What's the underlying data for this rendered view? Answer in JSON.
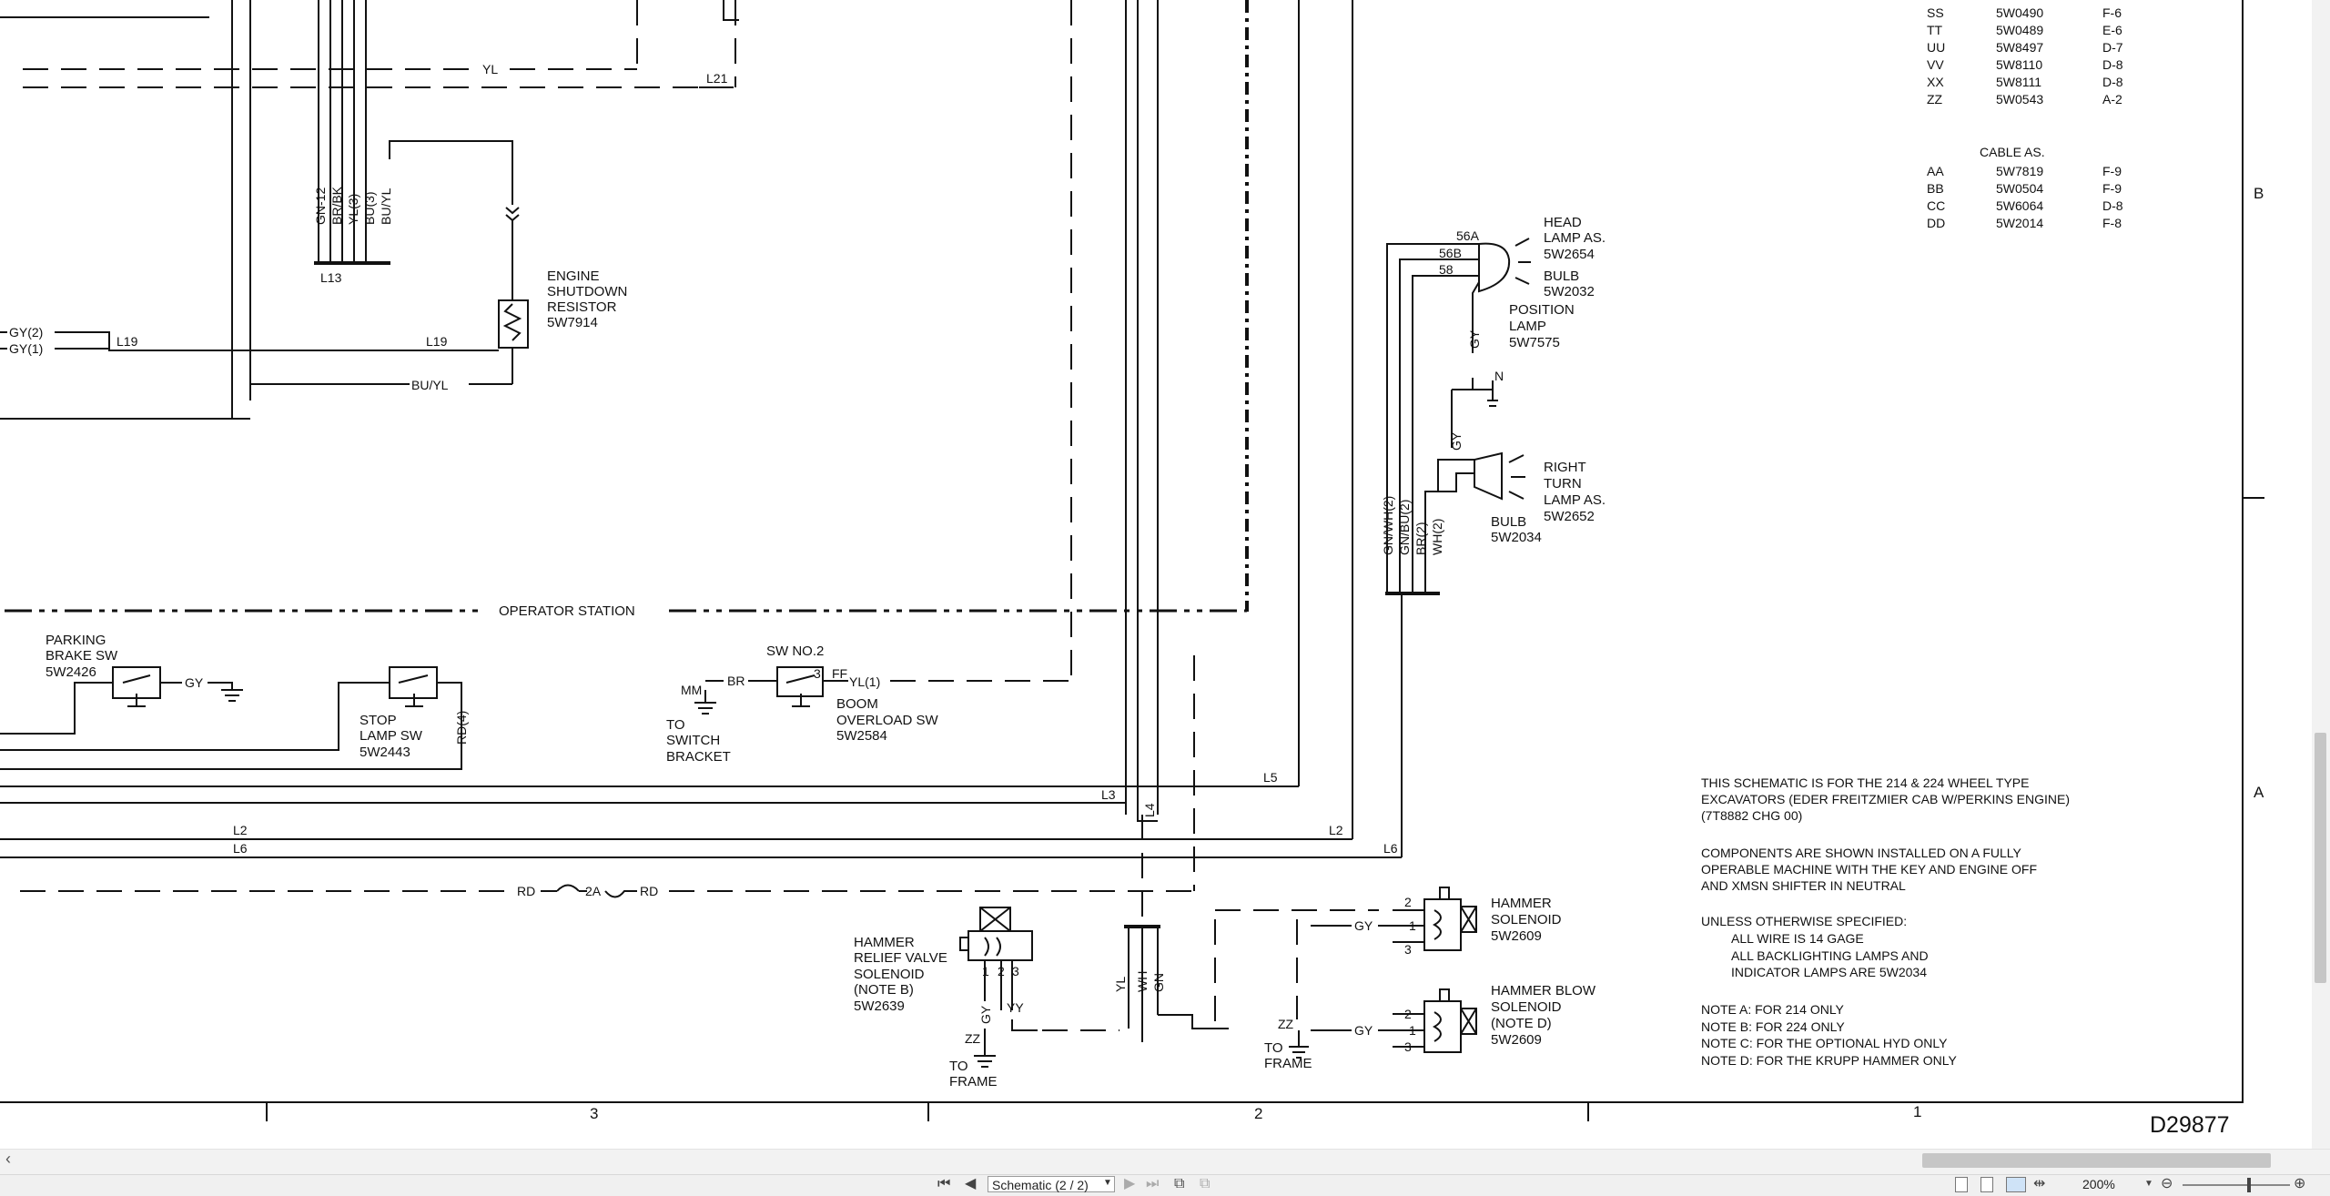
{
  "document": {
    "drawing_number": "D29877",
    "zone_columns": [
      "3",
      "2",
      "1"
    ],
    "zone_rows": [
      "B",
      "A"
    ],
    "notes": [
      "THIS SCHEMATIC IS FOR THE 214 & 224 WHEEL TYPE",
      "EXCAVATORS (EDER FREITZMIER CAB W/PERKINS ENGINE)",
      "(7T8882 CHG 00)",
      "COMPONENTS ARE SHOWN INSTALLED ON A FULLY",
      "OPERABLE MACHINE WITH THE KEY AND ENGINE OFF",
      "AND XMSN SHIFTER IN NEUTRAL",
      "UNLESS OTHERWISE SPECIFIED:",
      "ALL WIRE IS 14 GAGE",
      "ALL BACKLIGHTING LAMPS AND",
      "INDICATOR LAMPS ARE 5W2034",
      "NOTE A: FOR 214 ONLY",
      "NOTE B: FOR 224 ONLY",
      "NOTE C: FOR THE OPTIONAL HYD ONLY",
      "NOTE D: FOR THE KRUPP HAMMER ONLY"
    ],
    "connector_table": [
      [
        "SS",
        "5W0490",
        "F-6"
      ],
      [
        "TT",
        "5W0489",
        "E-6"
      ],
      [
        "UU",
        "5W8497",
        "D-7"
      ],
      [
        "VV",
        "5W8110",
        "D-8"
      ],
      [
        "XX",
        "5W8111",
        "D-8"
      ],
      [
        "ZZ",
        "5W0543",
        "A-2"
      ]
    ],
    "cable_title": "CABLE AS.",
    "cable_table": [
      [
        "AA",
        "5W7819",
        "F-9"
      ],
      [
        "BB",
        "5W0504",
        "F-9"
      ],
      [
        "CC",
        "5W6064",
        "D-8"
      ],
      [
        "DD",
        "5W2014",
        "F-8"
      ]
    ],
    "components": {
      "engine_shutdown": [
        "ENGINE",
        "SHUTDOWN",
        "RESISTOR",
        "5W7914"
      ],
      "head_lamp": [
        "HEAD",
        "LAMP AS.",
        "5W2654"
      ],
      "head_bulb": [
        "BULB",
        "5W2032"
      ],
      "position_lamp": [
        "POSITION",
        "LAMP",
        "5W7575"
      ],
      "right_turn": [
        "RIGHT",
        "TURN",
        "LAMP AS.",
        "5W2652"
      ],
      "turn_bulb": [
        "BULB",
        "5W2034"
      ],
      "parking_brake": [
        "PARKING",
        "BRAKE SW",
        "5W2426"
      ],
      "stop_lamp": [
        "STOP",
        "LAMP SW",
        "5W2443"
      ],
      "sw_no2": "SW NO.2",
      "boom_overload": [
        "BOOM",
        "OVERLOAD SW",
        "5W2584"
      ],
      "to_switch_bracket": [
        "TO",
        "SWITCH",
        "BRACKET"
      ],
      "hammer_relief": [
        "HAMMER",
        "RELIEF VALVE",
        "SOLENOID",
        "(NOTE B)",
        "5W2639"
      ],
      "hammer_solenoid": [
        "HAMMER",
        "SOLENOID",
        "5W2609"
      ],
      "hammer_blow": [
        "HAMMER BLOW",
        "SOLENOID",
        "(NOTE D)",
        "5W2609"
      ],
      "to_frame": [
        "TO",
        "FRAME"
      ],
      "operator_station": "OPERATOR STATION"
    },
    "wire_labels": {
      "yl": "YL",
      "l21": "L21",
      "l13": "L13",
      "l19": "L19",
      "gy2": "GY(2)",
      "gy1": "GY(1)",
      "buyl": "BU/YL",
      "harness": [
        "GN-12",
        "BR/BK",
        "YL(3)",
        "BU(3)",
        "BU/YL"
      ],
      "n56a": "56A",
      "n56b": "56B",
      "n58": "58",
      "gy": "GY",
      "n": "N",
      "right_harness": [
        "GN/WH(2)",
        "GN/BU(2)",
        "BR(2)",
        "WH(2)"
      ],
      "rd4": "RD(4)",
      "mm": "MM",
      "br": "BR",
      "ff": "FF",
      "n3": "3",
      "yl1": "YL(1)",
      "l3": "L3",
      "l4": "L4",
      "l5": "L5",
      "l2": "L2",
      "l6": "L6",
      "rd": "RD",
      "fuse": "2A",
      "zz": "ZZ",
      "yy": "YY",
      "pins": [
        "1",
        "2",
        "3"
      ],
      "yl_wh_gn": [
        "YL",
        "WH",
        "GN"
      ]
    }
  },
  "statusbar": {
    "page_selector": "Schematic (2 / 2)",
    "zoom": "200%"
  }
}
